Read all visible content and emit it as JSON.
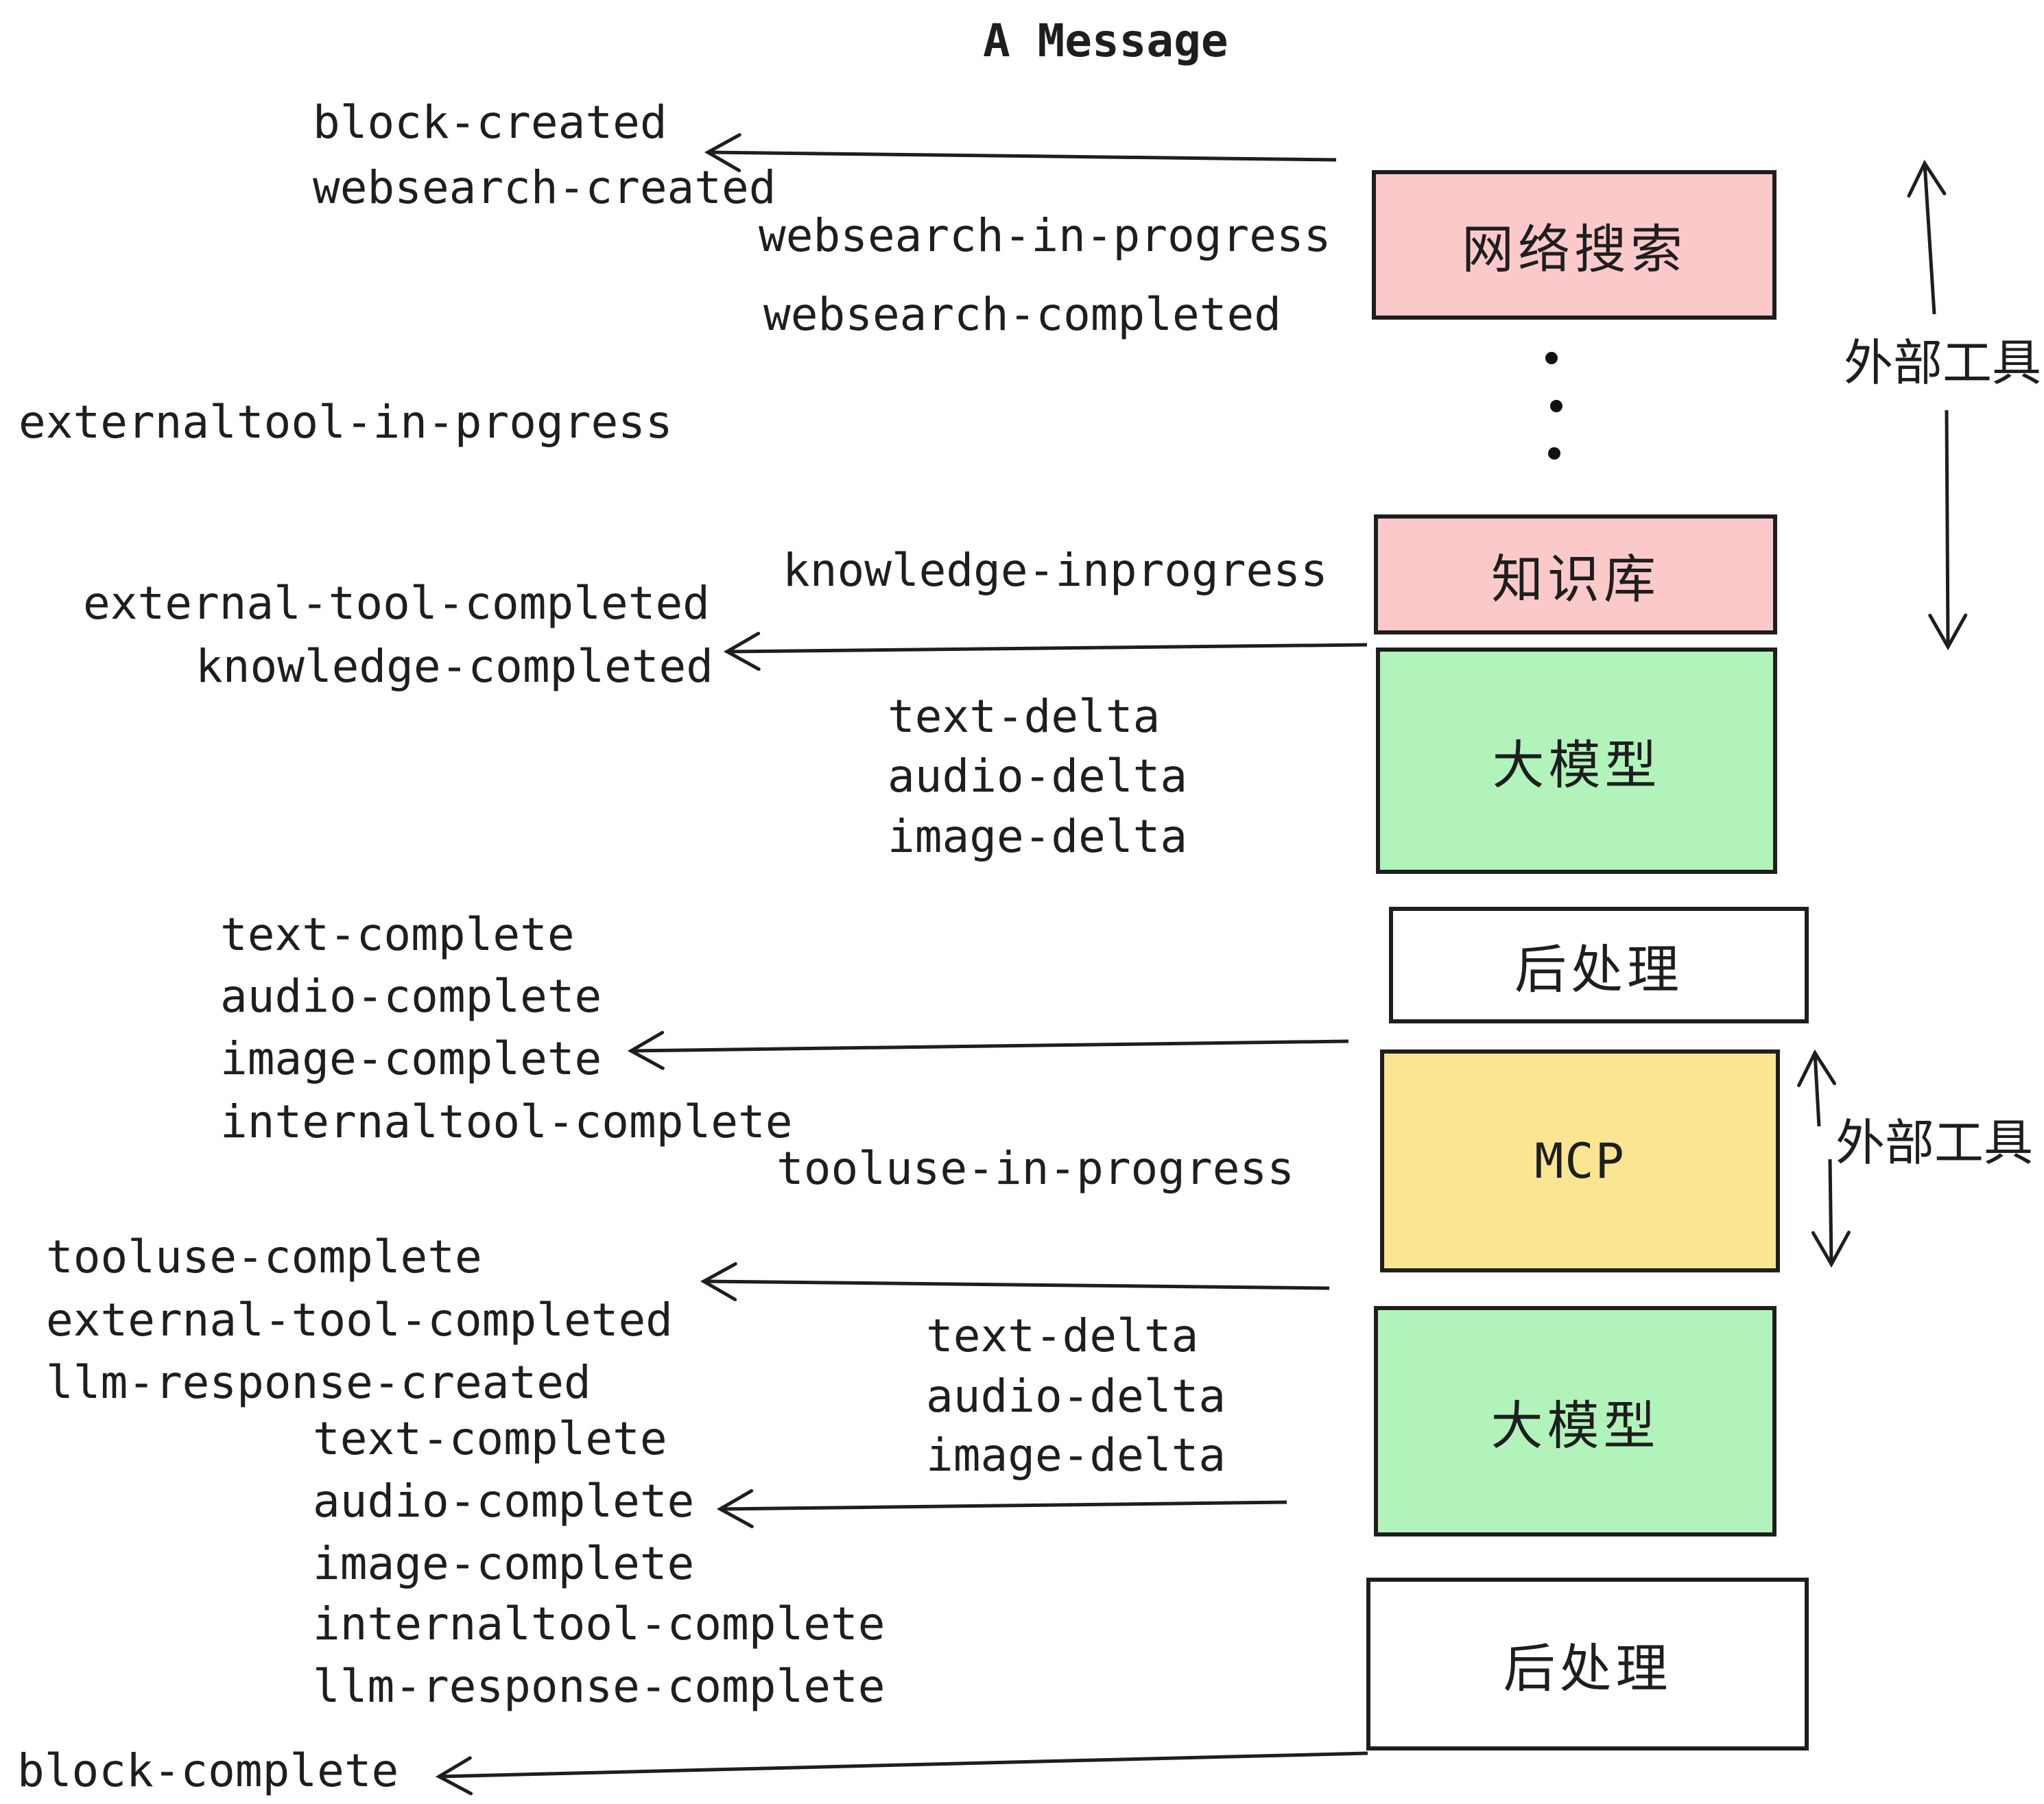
{
  "title": "A Message",
  "boxes": [
    {
      "label": "网络搜索",
      "color": "#fbc9c9"
    },
    {
      "label": "知识库",
      "color": "#fbc9c9"
    },
    {
      "label": "大模型",
      "color": "#b2f2bb"
    },
    {
      "label": "后处理",
      "color": "#ffffff"
    },
    {
      "label": "MCP",
      "color": "#f9e592"
    },
    {
      "label": "大模型",
      "color": "#b2f2bb"
    },
    {
      "label": "后处理",
      "color": "#ffffff"
    }
  ],
  "side_labels": {
    "external_tools_top": "外部工具",
    "external_tools_bottom": "外部工具"
  },
  "events": [
    {
      "text": "block-created"
    },
    {
      "text": "websearch-created"
    },
    {
      "text": "websearch-in-progress"
    },
    {
      "text": "websearch-completed"
    },
    {
      "text": "externaltool-in-progress"
    },
    {
      "text": "knowledge-inprogress"
    },
    {
      "text": "external-tool-completed"
    },
    {
      "text": "knowledge-completed"
    },
    {
      "text": "text-delta"
    },
    {
      "text": "audio-delta"
    },
    {
      "text": "image-delta"
    },
    {
      "text": "text-complete"
    },
    {
      "text": "audio-complete"
    },
    {
      "text": "image-complete"
    },
    {
      "text": "internaltool-complete"
    },
    {
      "text": "tooluse-in-progress"
    },
    {
      "text": "tooluse-complete"
    },
    {
      "text": "external-tool-completed"
    },
    {
      "text": "llm-response-created"
    },
    {
      "text": "text-complete"
    },
    {
      "text": "text-delta"
    },
    {
      "text": "audio-delta"
    },
    {
      "text": "image-delta"
    },
    {
      "text": "audio-complete"
    },
    {
      "text": "image-complete"
    },
    {
      "text": "internaltool-complete"
    },
    {
      "text": "llm-response-complete"
    },
    {
      "text": "block-complete"
    }
  ],
  "icons": {
    "left_arrows": [
      "arrow-left-to-block-created",
      "arrow-left-to-knowledge-completed",
      "arrow-left-to-image-complete",
      "arrow-left-to-tooluse-complete",
      "arrow-left-to-audio-complete",
      "arrow-left-to-block-complete"
    ],
    "vertical_arrows": [
      "arrow-up-external-tools-top",
      "arrow-down-external-tools-top",
      "arrow-up-external-tools-bottom",
      "arrow-down-external-tools-bottom"
    ],
    "ellipsis": "vertical-dots"
  },
  "colors": {
    "box_pink": "#fbc9c9",
    "box_green": "#b2f2bb",
    "box_yellow": "#f9e592",
    "box_white": "#ffffff",
    "stroke": "#1e1e1e",
    "background": "#ffffff"
  }
}
